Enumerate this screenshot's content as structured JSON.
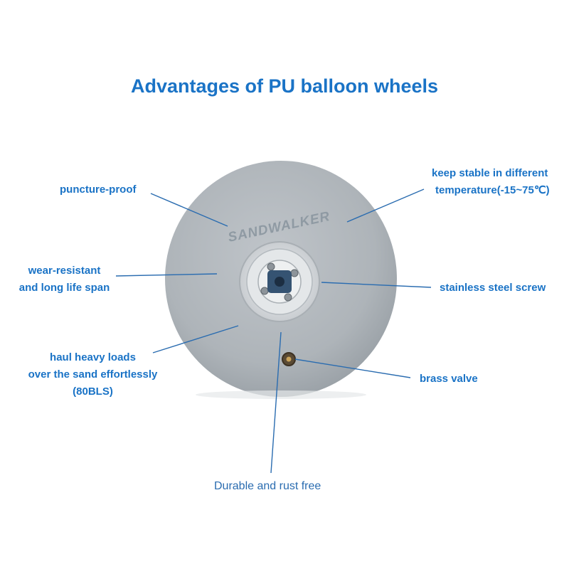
{
  "title": "Advantages of PU balloon wheels",
  "brand": "SANDWALKER",
  "colors": {
    "accent": "#1a73c6",
    "line": "#2a6cb0",
    "wheel": "#b2b8bd",
    "wheel_shadow": "#9aa1a7",
    "hub": "#d9dcdf",
    "axle": "#2f4c6a"
  },
  "labels": {
    "puncture": "puncture-proof",
    "stable_1": "keep stable in different",
    "stable_2": "temperature(-15~75℃)",
    "wear_1": "wear-resistant",
    "wear_2": "and long life span",
    "screw": "stainless steel screw",
    "haul_1": "haul heavy loads",
    "haul_2": "over the sand effortlessly",
    "haul_3": "(80BLS)",
    "valve": "brass valve",
    "durable": "Durable and rust free"
  }
}
